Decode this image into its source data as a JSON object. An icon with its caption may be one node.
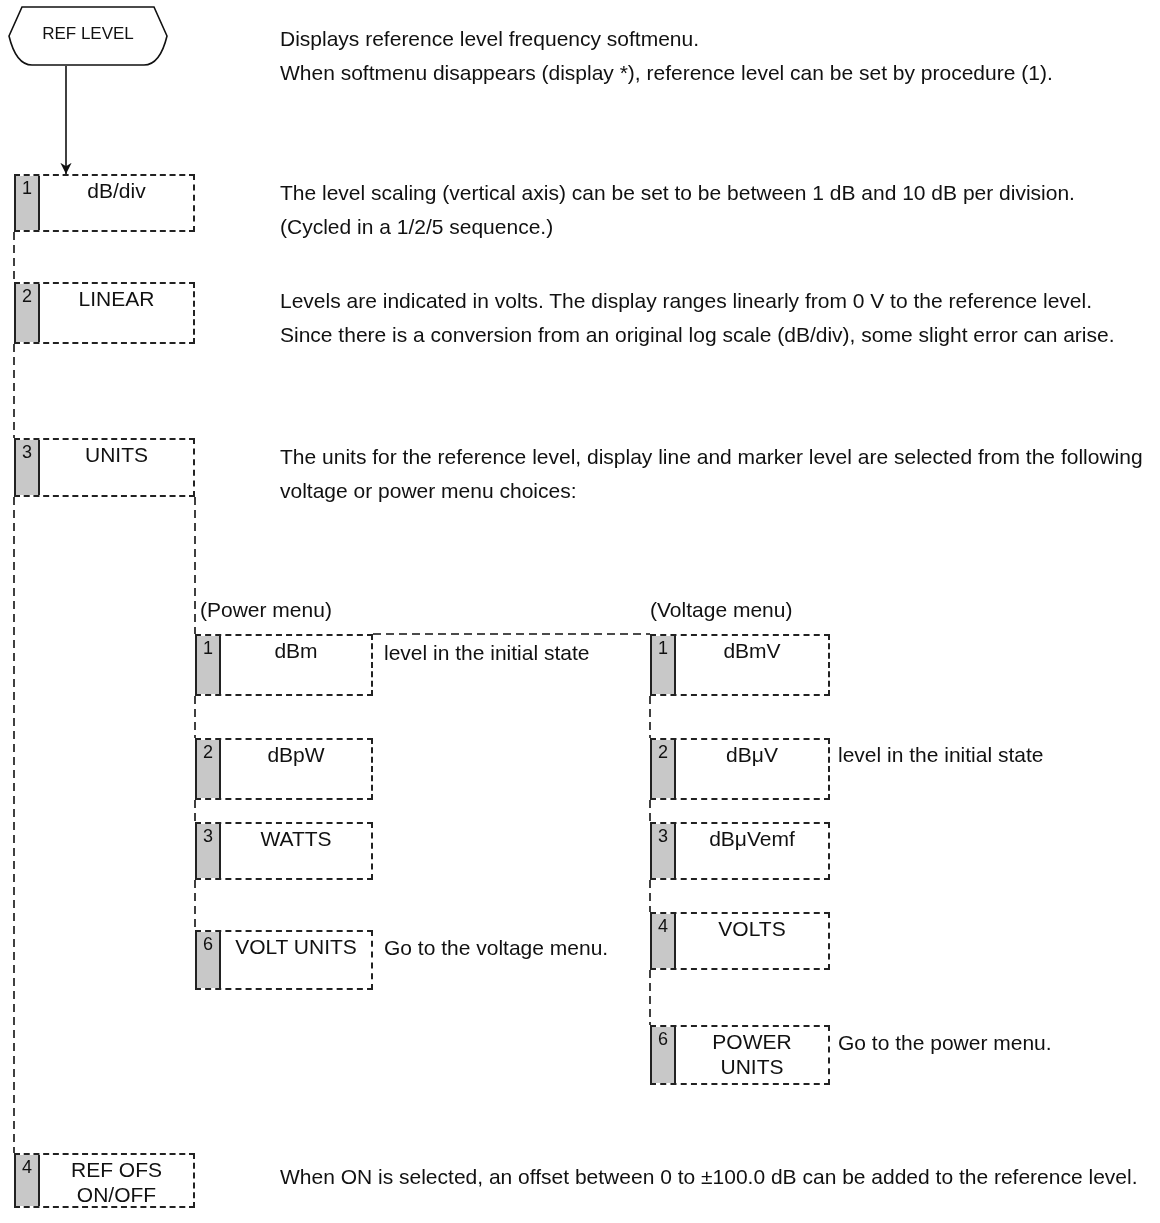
{
  "diagram": {
    "nodes": [
      {
        "text": [
          "REF LEVEL"
        ]
      },
      {
        "text": [
          "1",
          "dB/div"
        ]
      },
      {
        "text": [
          "2",
          "LINEAR"
        ]
      },
      {
        "text": [
          "3",
          "UNITS"
        ]
      },
      {
        "text": [
          "1",
          "dBm"
        ],
        "beside": [
          "level in the initial state"
        ]
      },
      {
        "text": [
          "2",
          "dBpW"
        ]
      },
      {
        "text": [
          "3",
          "WATTS"
        ]
      },
      {
        "text": [
          "6",
          "VOLT UNITS"
        ],
        "beside": [
          "Go to the voltage menu."
        ]
      },
      {
        "text": [
          "1",
          "dBmV"
        ]
      },
      {
        "text": [
          "2",
          "dBμV"
        ],
        "beside": [
          "level in the initial state"
        ]
      },
      {
        "text": [
          "3",
          "dBμVemf"
        ]
      },
      {
        "text": [
          "4",
          "VOLTS"
        ]
      },
      {
        "text": [
          "6",
          "POWER UNITS"
        ],
        "beside": [
          "Go to the power menu."
        ]
      },
      {
        "text": [
          "4",
          "REF OFS ON/OFF"
        ]
      }
    ],
    "edges": [
      {
        "from": 0,
        "to": 1,
        "arrow": "to"
      },
      {
        "from": 1,
        "to": 2,
        "arrow": "none",
        "style": "dashed"
      },
      {
        "from": 2,
        "to": 3,
        "arrow": "none",
        "style": "dashed"
      },
      {
        "from": 3,
        "to": 13,
        "arrow": "none",
        "style": "dashed"
      },
      {
        "from": 3,
        "to": 4,
        "arrow": "none",
        "style": "dashed"
      },
      {
        "from": 4,
        "to": 5,
        "arrow": "none",
        "style": "dashed"
      },
      {
        "from": 5,
        "to": 6,
        "arrow": "none",
        "style": "dashed"
      },
      {
        "from": 6,
        "to": 7,
        "arrow": "none",
        "style": "dashed"
      },
      {
        "from": 4,
        "to": 8,
        "arrow": "none",
        "style": "dashed"
      },
      {
        "from": 8,
        "to": 9,
        "arrow": "none",
        "style": "dashed"
      },
      {
        "from": 9,
        "to": 10,
        "arrow": "none",
        "style": "dashed"
      },
      {
        "from": 10,
        "to": 11,
        "arrow": "none",
        "style": "dashed"
      },
      {
        "from": 11,
        "to": 12,
        "arrow": "none",
        "style": "dashed"
      }
    ],
    "labels": [
      "Displays reference level frequency softmenu.",
      "When softmenu disappears (display *), reference level can be set by procedure (1).",
      "The level scaling (vertical axis) can be set to be between 1 dB and 10 dB per division. (Cycled in a 1/2/5 sequence.)",
      "Levels are indicated in volts. The display ranges linearly from 0 V to the reference level. Since there is a conversion from an original log scale (dB/div), some slight error can arise.",
      "The units for the reference level, display line and marker level are selected from the following voltage or power menu choices:",
      "(Power menu)",
      "(Voltage menu)",
      "When ON is selected, an offset between 0 to ±100.0 dB can be added to the reference level."
    ]
  }
}
